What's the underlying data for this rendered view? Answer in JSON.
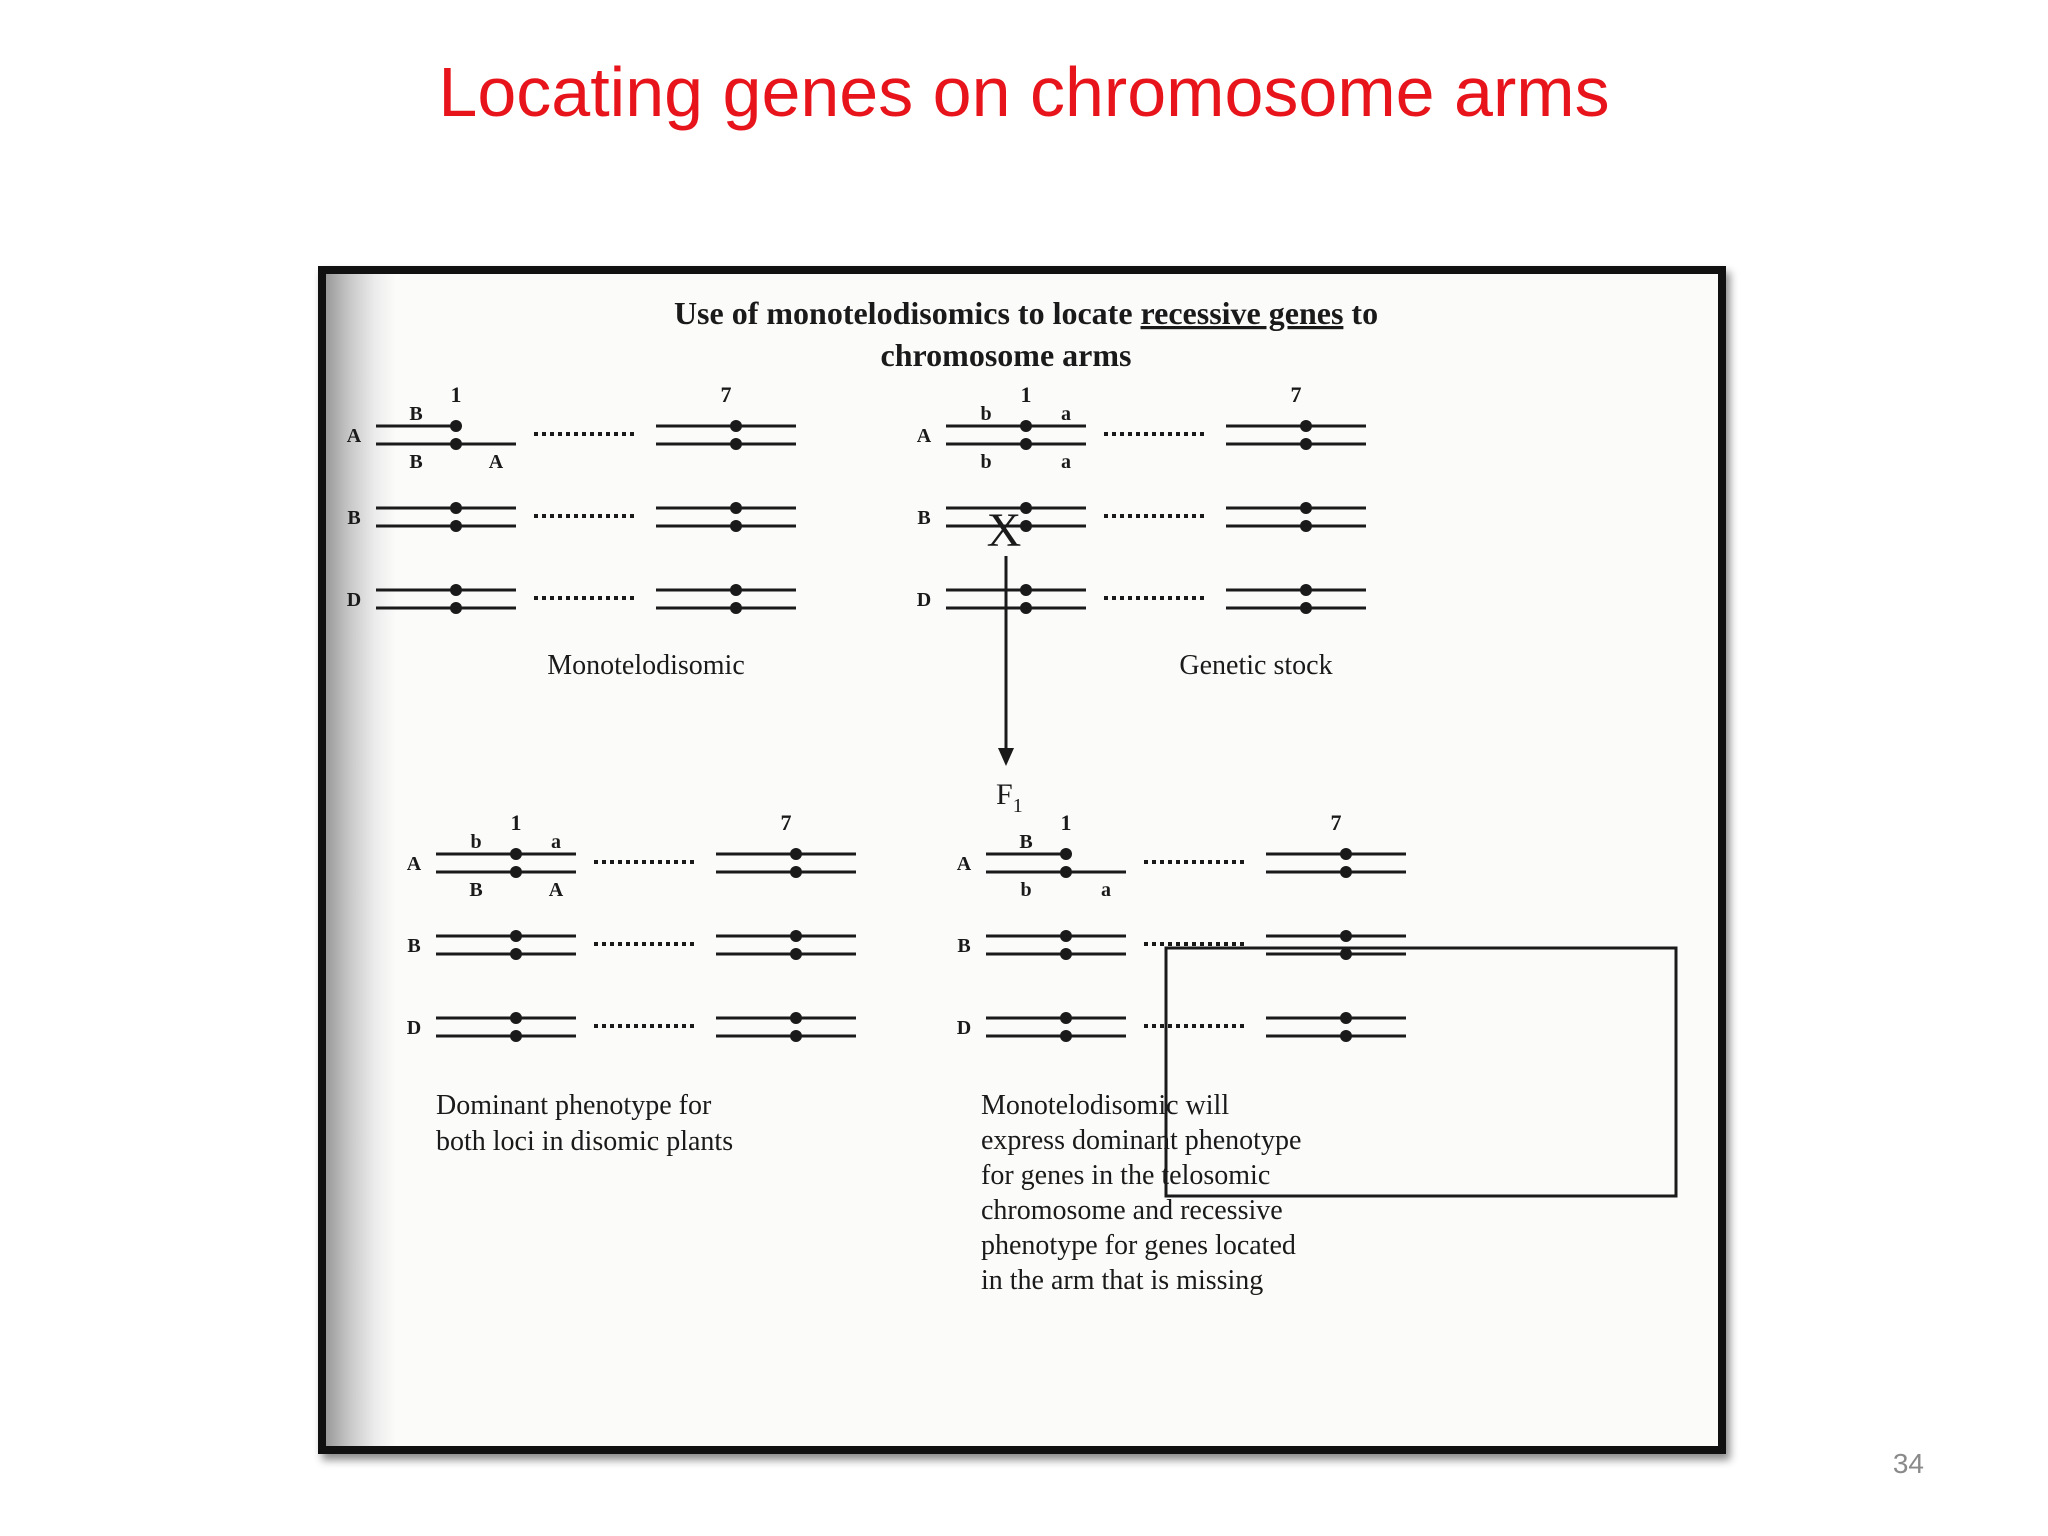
{
  "slide": {
    "title": "Locating genes on chromosome arms",
    "page_number": "34"
  },
  "figure": {
    "heading_line1_before": "Use of monotelodisomics to locate ",
    "heading_line1_emph": "recessive genes",
    "heading_line1_after": " to",
    "heading_line2": "chromosome arms",
    "cross_symbol": "X",
    "f1_label": "F",
    "f1_subscript": "1",
    "panels": [
      {
        "id": "monotelodisomic",
        "caption": [
          "Monotelodisomic"
        ],
        "chromosome_numbers": [
          "1",
          "7"
        ],
        "genomes": [
          "A",
          "B",
          "D"
        ],
        "allele_labels": {
          "top_left": "B",
          "top_right": "",
          "bottom_left": "B",
          "bottom_right": "A"
        }
      },
      {
        "id": "genetic-stock",
        "caption": [
          "Genetic stock"
        ],
        "chromosome_numbers": [
          "1",
          "7"
        ],
        "genomes": [
          "A",
          "B",
          "D"
        ],
        "allele_labels": {
          "top_left": "b",
          "top_right": "a",
          "bottom_left": "b",
          "bottom_right": "a"
        }
      },
      {
        "id": "disomic-f1",
        "caption": [
          "Dominant phenotype for",
          "both loci in disomic plants"
        ],
        "chromosome_numbers": [
          "1",
          "7"
        ],
        "genomes": [
          "A",
          "B",
          "D"
        ],
        "allele_labels": {
          "top_left": "b",
          "top_right": "a",
          "bottom_left": "B",
          "bottom_right": "A"
        }
      },
      {
        "id": "monotelodisomic-f1",
        "caption": [
          "Monotelodisomic will",
          "express dominant phenotype",
          "for genes in the telosomic",
          "chromosome and recessive",
          "phenotype for genes located",
          "in the arm that is missing"
        ],
        "chromosome_numbers": [
          "1",
          "7"
        ],
        "genomes": [
          "A",
          "B",
          "D"
        ],
        "allele_labels": {
          "top_left": "B",
          "top_right": "",
          "bottom_left": "b",
          "bottom_right": "a"
        }
      }
    ]
  }
}
